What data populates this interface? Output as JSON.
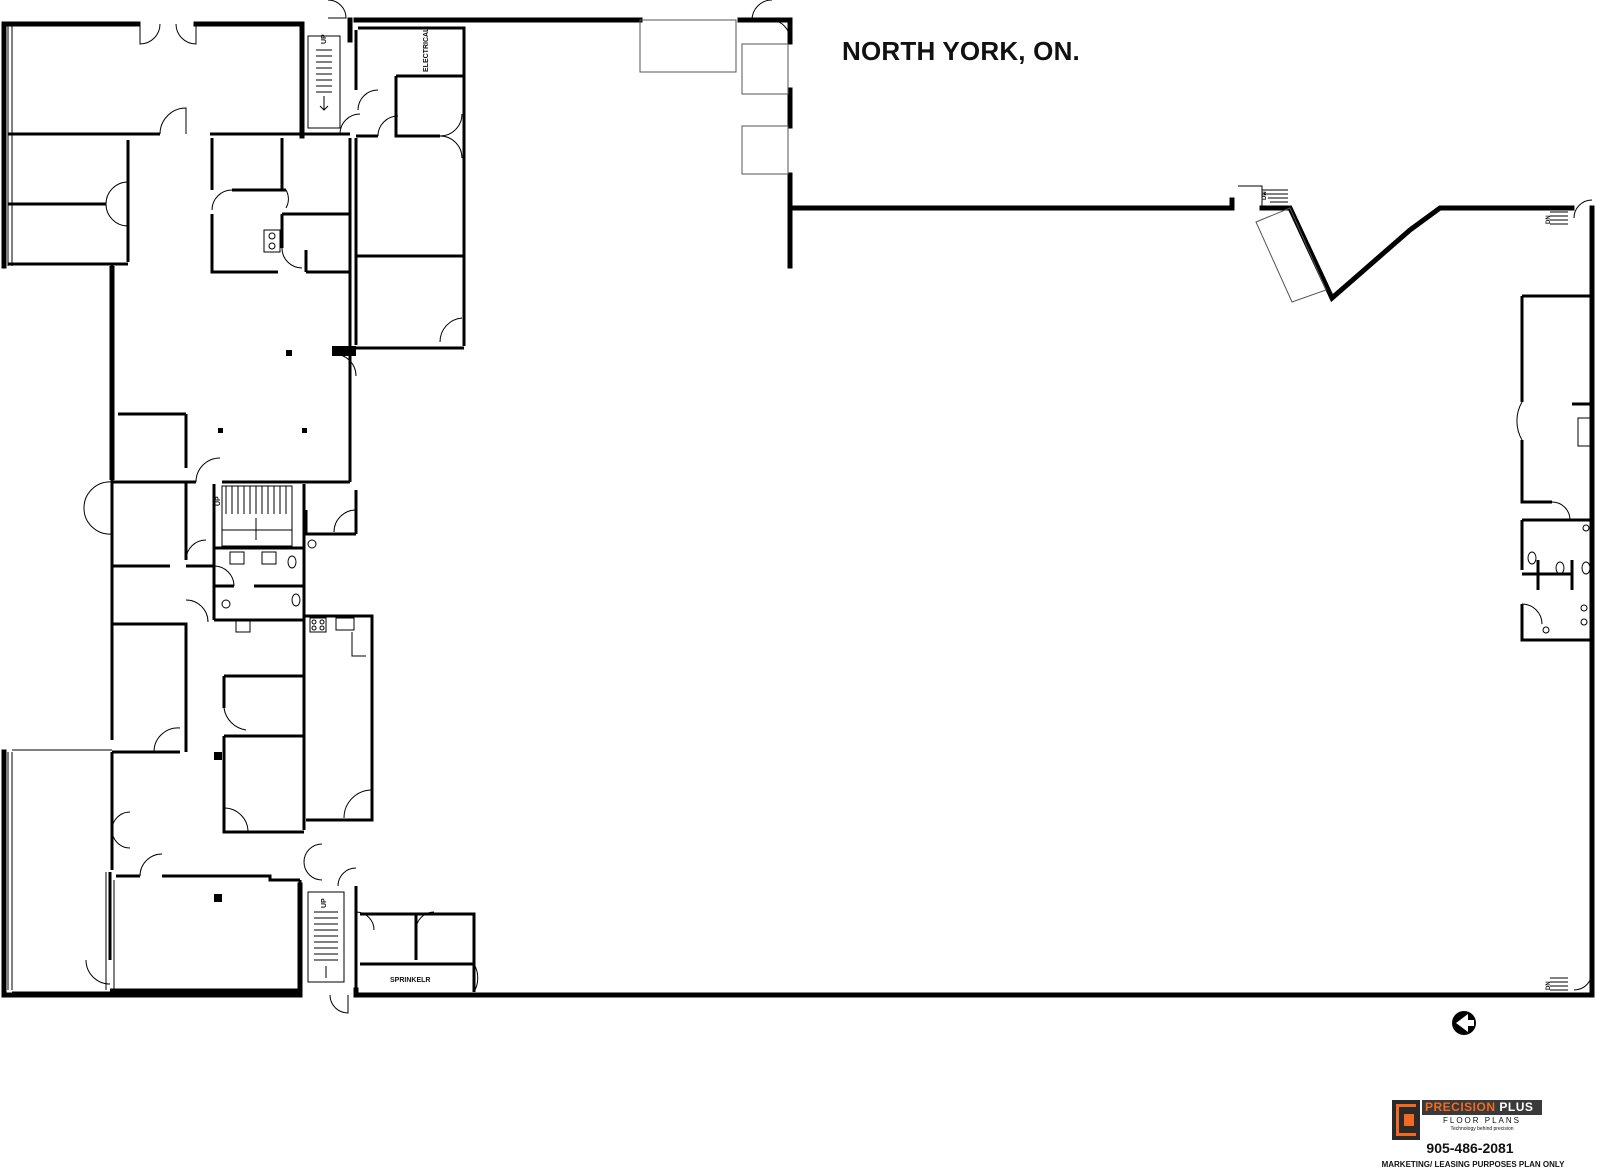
{
  "title": "NORTH YORK, ON.",
  "labels": {
    "electrical": "ELECTRICAL",
    "sprinkler": "SPRINKELR",
    "up": "UP",
    "dn": "DN"
  },
  "branding": {
    "name_part1": "PRECISION",
    "name_part2": "PLUS",
    "sub": "FLOOR PLANS",
    "tagline": "Technology behind precision",
    "phone": "905-486-2081",
    "disclaimer": "MARKETING/ LEASING PURPOSES PLAN ONLY"
  },
  "colors": {
    "wall": "#000000",
    "brand_orange": "#f26a21",
    "brand_dark": "#3a3a3a"
  },
  "icons": [
    "door-swing-icon",
    "stair-icon",
    "north-arrow-icon",
    "toilet-icon",
    "sink-icon",
    "stove-icon"
  ]
}
